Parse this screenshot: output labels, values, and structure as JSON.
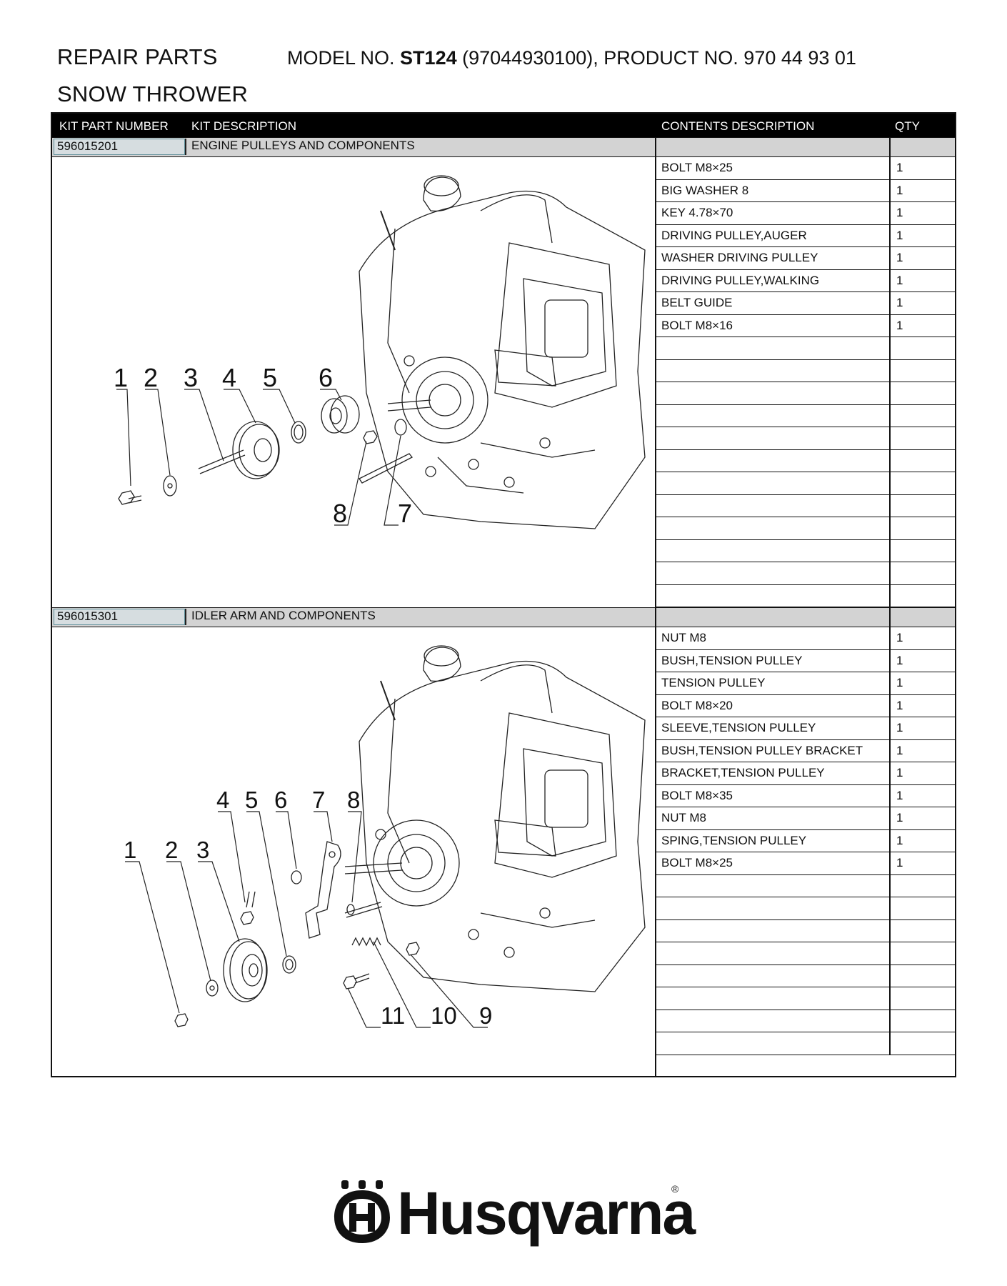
{
  "header": {
    "title_line1": "REPAIR PARTS",
    "title_line2": "SNOW THROWER",
    "model_prefix": "MODEL NO.",
    "model_no": "ST124",
    "model_suffix": "(97044930100), PRODUCT NO. 970 44 93 01"
  },
  "columns": {
    "kit_part_number": "KIT PART NUMBER",
    "kit_description": "KIT DESCRIPTION",
    "contents_description": "CONTENTS DESCRIPTION",
    "qty": "QTY"
  },
  "kits": [
    {
      "number": "596015201",
      "description": "ENGINE PULLEYS AND COMPONENTS",
      "callouts": [
        "1",
        "2",
        "3",
        "4",
        "5",
        "6",
        "8",
        "7"
      ],
      "items": [
        {
          "desc": "BOLT M8×25",
          "qty": "1"
        },
        {
          "desc": "BIG WASHER 8",
          "qty": "1"
        },
        {
          "desc": "KEY 4.78×70",
          "qty": "1"
        },
        {
          "desc": "DRIVING PULLEY,AUGER",
          "qty": "1"
        },
        {
          "desc": "WASHER DRIVING PULLEY",
          "qty": "1"
        },
        {
          "desc": "DRIVING PULLEY,WALKING",
          "qty": "1"
        },
        {
          "desc": "BELT GUIDE",
          "qty": "1"
        },
        {
          "desc": "BOLT M8×16",
          "qty": "1"
        },
        {
          "desc": "",
          "qty": ""
        },
        {
          "desc": "",
          "qty": ""
        },
        {
          "desc": "",
          "qty": ""
        },
        {
          "desc": "",
          "qty": ""
        },
        {
          "desc": "",
          "qty": ""
        },
        {
          "desc": "",
          "qty": ""
        },
        {
          "desc": "",
          "qty": ""
        },
        {
          "desc": "",
          "qty": ""
        },
        {
          "desc": "",
          "qty": ""
        },
        {
          "desc": "",
          "qty": ""
        },
        {
          "desc": "",
          "qty": ""
        },
        {
          "desc": "",
          "qty": ""
        }
      ]
    },
    {
      "number": "596015301",
      "description": "IDLER ARM AND COMPONENTS",
      "callouts": [
        "4",
        "5",
        "6",
        "7",
        "8",
        "1",
        "2",
        "3",
        "11",
        "10",
        "9"
      ],
      "items": [
        {
          "desc": "NUT M8",
          "qty": "1"
        },
        {
          "desc": "BUSH,TENSION PULLEY",
          "qty": "1"
        },
        {
          "desc": "TENSION PULLEY",
          "qty": "1"
        },
        {
          "desc": "BOLT M8×20",
          "qty": "1"
        },
        {
          "desc": "SLEEVE,TENSION PULLEY",
          "qty": "1"
        },
        {
          "desc": "BUSH,TENSION PULLEY BRACKET",
          "qty": "1"
        },
        {
          "desc": "BRACKET,TENSION PULLEY",
          "qty": "1"
        },
        {
          "desc": "BOLT M8×35",
          "qty": "1"
        },
        {
          "desc": "NUT M8",
          "qty": "1"
        },
        {
          "desc": "SPING,TENSION PULLEY",
          "qty": "1"
        },
        {
          "desc": "BOLT M8×25",
          "qty": "1"
        },
        {
          "desc": "",
          "qty": ""
        },
        {
          "desc": "",
          "qty": ""
        },
        {
          "desc": "",
          "qty": ""
        },
        {
          "desc": "",
          "qty": ""
        },
        {
          "desc": "",
          "qty": ""
        },
        {
          "desc": "",
          "qty": ""
        },
        {
          "desc": "",
          "qty": ""
        },
        {
          "desc": "",
          "qty": ""
        }
      ]
    }
  ],
  "logo": {
    "text": "Husqvarna",
    "registered": "®",
    "icon": "husqvarna-crown-h-icon"
  }
}
